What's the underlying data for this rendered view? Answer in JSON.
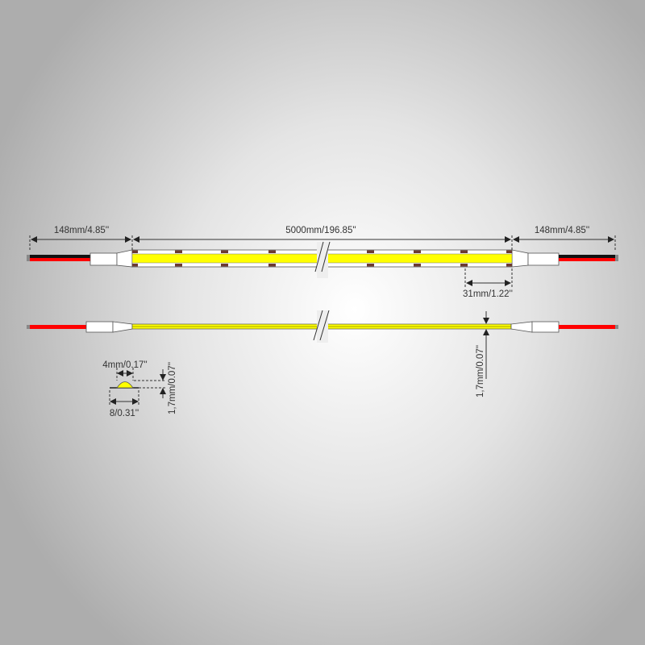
{
  "dimensions": {
    "left_lead": "148mm/4.85''",
    "strip_length": "5000mm/196.85''",
    "right_lead": "148mm/4.85''",
    "cut_interval": "31mm/1.22''",
    "strip_thickness": "1,7mm/0.07''",
    "led_width": "4mm/0.17''",
    "strip_width": "8/0.31''",
    "profile_height": "1,7mm/0.07''"
  },
  "colors": {
    "led": "#ffff00",
    "wire_red": "#ff0000",
    "wire_black": "#111111",
    "pad": "#6b3a33"
  }
}
